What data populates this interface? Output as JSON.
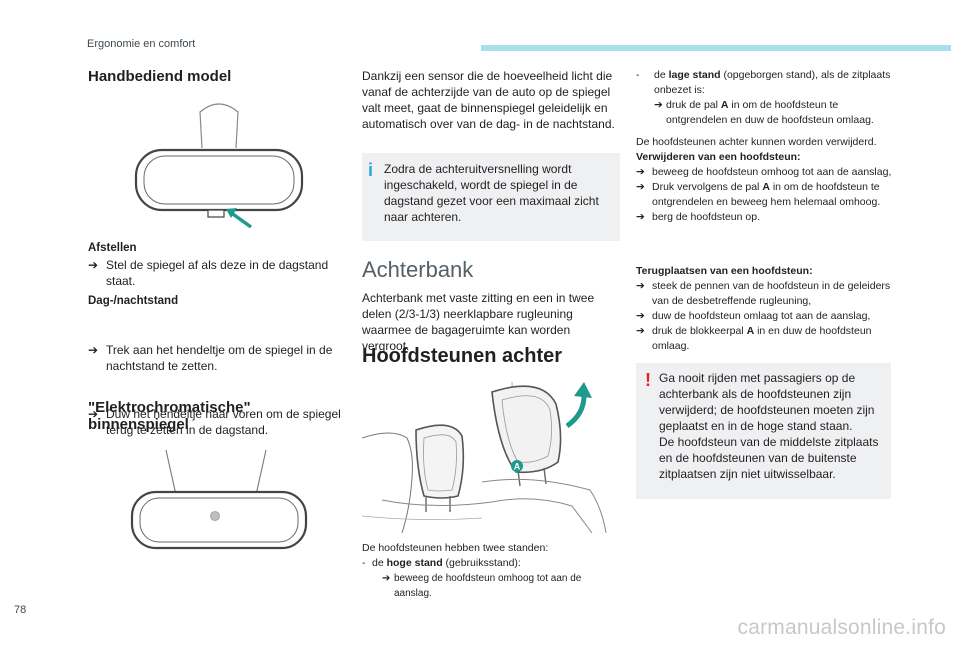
{
  "header": {
    "label": "Ergonomie en comfort",
    "bar_color": "#a8dfee"
  },
  "page_number": "78",
  "watermark": "carmanualsonline.info",
  "col1": {
    "title": "Handbediend model",
    "adjust": {
      "heading": "Afstellen",
      "items": [
        "Stel de spiegel af als deze in de dagstand staat."
      ]
    },
    "daynight": {
      "heading": "Dag-/nachtstand",
      "items": [
        "Trek aan het hendeltje om de spiegel in de nachtstand te zetten.",
        "Duw het hendeltje naar voren om de spiegel terug te zetten in de dagstand."
      ]
    },
    "electro_title_line1": "\"Elektrochromatische\"",
    "electro_title_line2": "binnenspiegel"
  },
  "col2": {
    "intro": "Dankzij een sensor die de hoeveelheid licht die vanaf de achterzijde van de auto op de spiegel valt meet, gaat de binnenspiegel geleidelijk en automatisch over van de dag- in de nachtstand.",
    "infobox": {
      "mark": "i",
      "text": "Zodra de achteruitversnelling wordt ingeschakeld, wordt de spiegel in de dagstand gezet voor een maximaal zicht naar achteren."
    },
    "rear_title": "Achterbank",
    "rear_text": "Achterbank met vaste zitting en een in twee delen (2/3-1/3) neerklapbare rugleuning waarmee de bagageruimte kan worden vergroot.",
    "headrest_title": "Hoofdsteunen achter",
    "figure_label": "A",
    "caption": "De hoofdsteunen hebben twee standen:",
    "high": {
      "dash": "-",
      "prefix": "de ",
      "bold": "hoge stand",
      "rest": " (gebruiksstand):"
    },
    "high_item": "beweeg de hoofdsteun omhoog tot aan de aanslag."
  },
  "col3": {
    "low": {
      "dash": "-",
      "prefix": "de ",
      "bold": "lage stand",
      "rest": " (opgeborgen stand), als de zitplaats onbezet is:"
    },
    "low_item": {
      "pre": "druk de pal ",
      "bold": "A",
      "post": " in om de hoofdsteun te ontgrendelen en duw de hoofdsteun omlaag."
    },
    "removable": "De hoofdsteunen achter kunnen worden verwijderd.",
    "remove": {
      "heading": "Verwijderen van een hoofdsteun:",
      "item1": "beweeg de hoofdsteun omhoog tot aan de aanslag,",
      "item2": {
        "pre": "Druk vervolgens de pal ",
        "bold": "A",
        "post": " in om de hoofdsteun te ontgrendelen en beweeg hem helemaal omhoog."
      },
      "item3": "berg de hoofdsteun op."
    },
    "replace": {
      "heading": "Terugplaatsen van een hoofdsteun:",
      "item1": "steek de pennen van de hoofdsteun in de geleiders van de desbetreffende rugleuning,",
      "item2": "duw de hoofdsteun omlaag tot aan de aanslag,",
      "item3": {
        "pre": "druk de blokkeerpal ",
        "bold": "A",
        "post": " in en duw de hoofdsteun omlaag."
      }
    },
    "warning": {
      "mark": "!",
      "line1": "Ga nooit rijden met passagiers op de achterbank als de hoofdsteunen zijn verwijderd; de hoofdsteunen moeten zijn geplaatst en in de hoge stand staan.",
      "line2": "De hoofdsteun van de middelste zitplaats en de hoofdsteunen van de buitenste zitplaatsen zijn niet uitwisselbaar."
    }
  },
  "colors": {
    "info": "#2aa6da",
    "warning": "#e41f26",
    "arrow": "#1f9a8a",
    "box": "#eef0f1"
  }
}
